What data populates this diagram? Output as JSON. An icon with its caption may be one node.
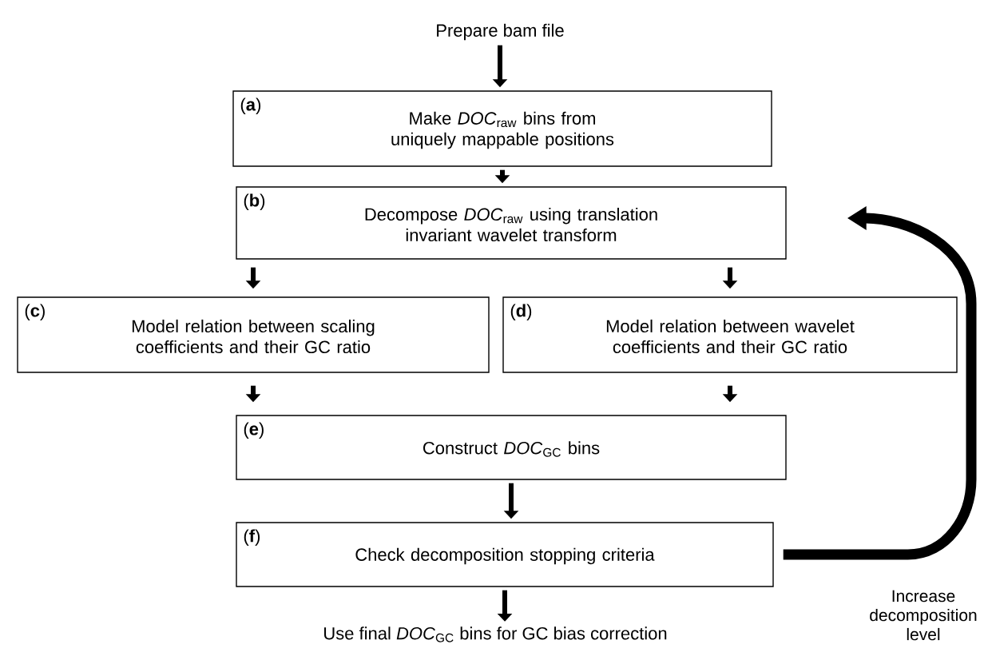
{
  "diagram": {
    "nodes": [
      {
        "text": [
          "Prepare bam file"
        ]
      },
      {
        "text": [
          "(**a**)",
          "Make *DOC*$_{raw}$ bins from uniquely mappable positions"
        ]
      },
      {
        "text": [
          "(**b**)",
          "Decompose *DOC*$_{raw}$ using translation invariant wavelet transform"
        ]
      },
      {
        "text": [
          "(**c**)",
          "Model relation between scaling coefficients and their GC ratio"
        ]
      },
      {
        "text": [
          "(**d**)",
          "Model relation between wavelet coefficients and their GC ratio"
        ]
      },
      {
        "text": [
          "(**e**)",
          "Construct *DOC*$_{GC}$ bins"
        ]
      },
      {
        "text": [
          "(**f**)",
          "Check decomposition stopping criteria"
        ]
      },
      {
        "text": [
          "Use final *DOC*$_{GC}$ bins for GC bias correction"
        ]
      }
    ],
    "edges": [
      {
        "from": 0,
        "to": 1,
        "arrow": "to"
      },
      {
        "from": 1,
        "to": 2,
        "arrow": "to"
      },
      {
        "from": 2,
        "to": 3,
        "arrow": "to"
      },
      {
        "from": 2,
        "to": 4,
        "arrow": "to"
      },
      {
        "from": 3,
        "to": 5,
        "arrow": "to"
      },
      {
        "from": 4,
        "to": 5,
        "arrow": "to"
      },
      {
        "from": 5,
        "to": 6,
        "arrow": "to"
      },
      {
        "from": 6,
        "to": 7,
        "arrow": "to"
      },
      {
        "from": 6,
        "to": 2,
        "arrow": "to",
        "label": "Increase decomposition level",
        "style": "thick"
      }
    ]
  }
}
